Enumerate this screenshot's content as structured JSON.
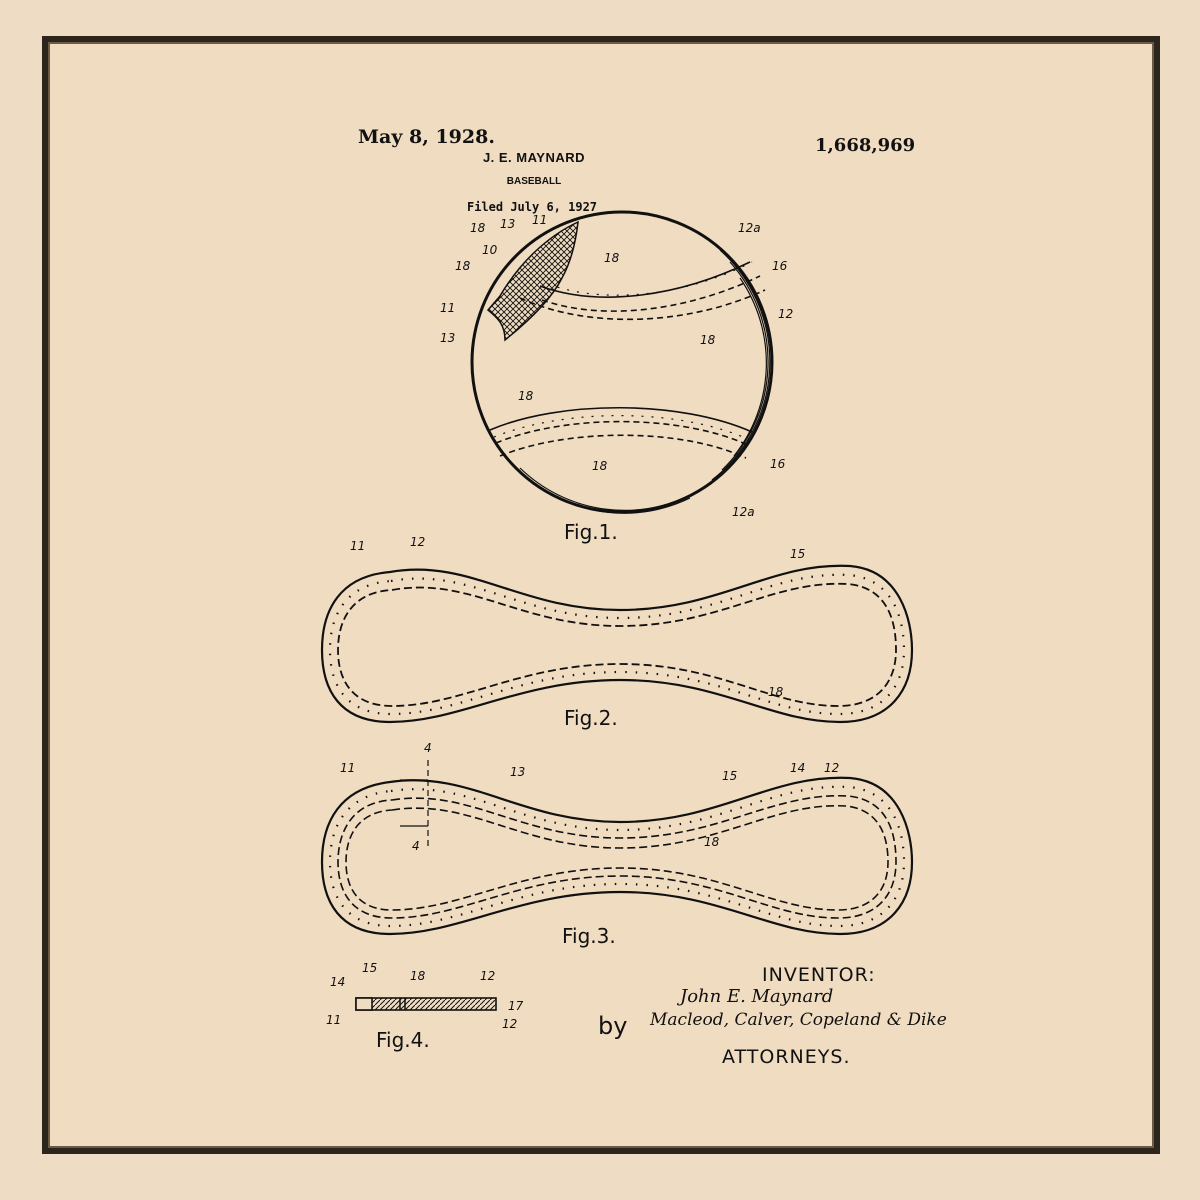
{
  "patent": {
    "date": "May 8, 1928.",
    "number": "1,668,969",
    "inventor_name": "J. E. MAYNARD",
    "title": "BASEBALL",
    "filed": "Filed July 6, 1927"
  },
  "figures": {
    "fig1": "Fig.1.",
    "fig2": "Fig.2.",
    "fig3": "Fig.3.",
    "fig4": "Fig.4."
  },
  "signature": {
    "inventor_label": "INVENTOR:",
    "inventor_sig": "John E. Maynard",
    "by": "by",
    "attorneys_sig": "Macleod, Calver, Copeland & Dike",
    "attorneys_label": "ATTORNEYS."
  },
  "refs": {
    "r10": "10",
    "r11": "11",
    "r12": "12",
    "r12a": "12a",
    "r13": "13",
    "r14": "14",
    "r15": "15",
    "r16": "16",
    "r17": "17",
    "r18": "18",
    "r4": "4"
  },
  "colors": {
    "paper": "#f0dcc1",
    "ink": "#111111",
    "frame": "#2b251c"
  }
}
